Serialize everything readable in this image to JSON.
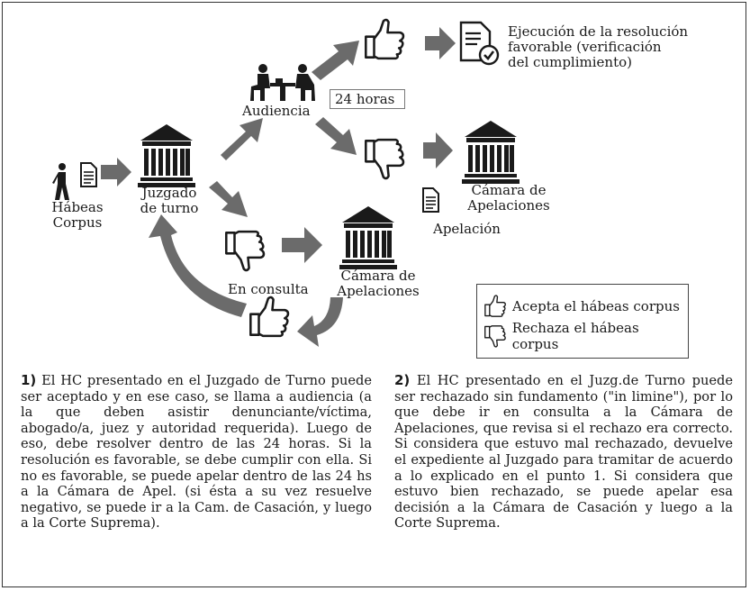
{
  "labels": {
    "habeas": "Hábeas\nCorpus",
    "juzgado": "Juzgado\nde turno",
    "audiencia": "Audiencia",
    "horas": "24 horas",
    "ejecucion": "Ejecución de la resolución\nfavorable (verificación\ndel cumplimiento)",
    "camara_top": "Cámara de\nApelaciones",
    "apelacion": "Apelación",
    "consulta": "En consulta",
    "camara_bottom": "Cámara de\nApelaciones"
  },
  "legend": {
    "accept": "Acepta el hábeas corpus",
    "reject": "Rechaza el hábeas corpus"
  },
  "paragraph1": {
    "num": "1)",
    "text": "El HC presentado en el Juzgado de Turno puede ser aceptado y en ese caso, se llama a audiencia (a la que deben asistir denunciante/víctima, abogado/a, juez y autoridad requerida). Luego de eso, debe resolver dentro de las 24 horas. Si la resolución es favorable, se debe cumplir con ella. Si no es favorable, se puede apelar dentro de las 24 hs a la Cámara de Apel. (si ésta a su vez resuelve negativo, se puede ir a la Cam. de Casación, y luego a la Corte Suprema)."
  },
  "paragraph2": {
    "num": "2)",
    "text": "El HC presentado en el Juzg.de Turno puede ser rechazado sin fundamento (\"in limine\"), por lo que debe ir en consulta a la Cámara de Apelaciones, que revisa si el rechazo era correcto. Si considera que estuvo mal rechazado, devuelve el expediente al Juzgado para tramitar de acuerdo a lo explicado en el punto 1. Si considera que estuvo bien rechazado, se puede apelar esa decisión a la Cámara de Casación y luego a la Corte Suprema."
  },
  "colors": {
    "arrow": "#6b6b6b",
    "ink": "#1a1a1a"
  }
}
